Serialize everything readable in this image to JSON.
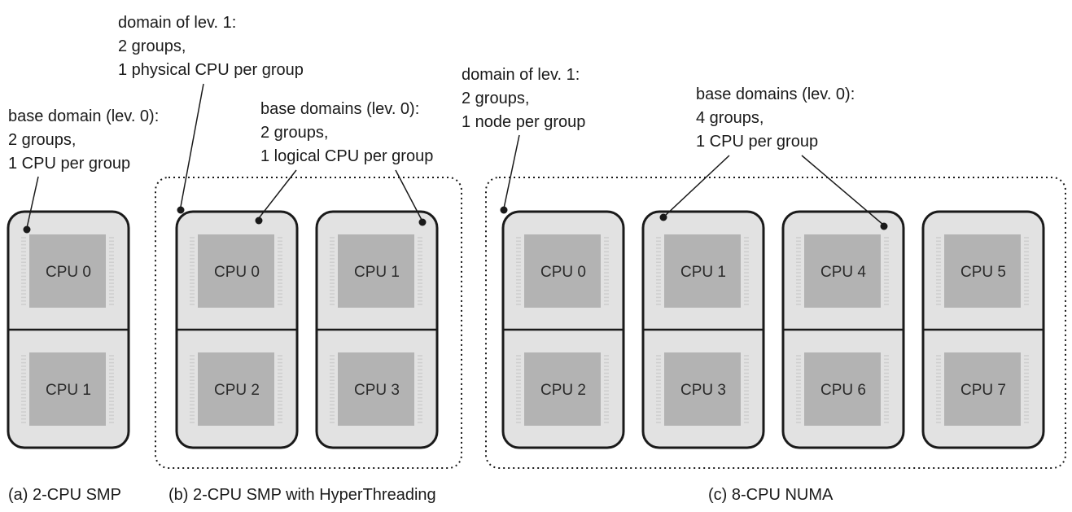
{
  "annotations": {
    "a_base": [
      "base domain (lev. 0):",
      " 2 groups,",
      "1 CPU per group"
    ],
    "b_domain1": [
      "domain of lev. 1:",
      "2 groups,",
      "1 physical CPU per group"
    ],
    "b_base": [
      "base domains (lev. 0):",
      "2 groups,",
      "1 logical CPU per group"
    ],
    "c_domain1": [
      "domain of lev. 1:",
      "2 groups,",
      "1 node per group"
    ],
    "c_base": [
      "base domains (lev. 0):",
      "4 groups,",
      "1 CPU per group"
    ]
  },
  "boards": {
    "a": [
      "CPU 0",
      "CPU 1"
    ],
    "b1": [
      "CPU 0",
      "CPU 2"
    ],
    "b2": [
      "CPU 1",
      "CPU 3"
    ],
    "c1": [
      "CPU 0",
      "CPU 2"
    ],
    "c2": [
      "CPU 1",
      "CPU 3"
    ],
    "c3": [
      "CPU 4",
      "CPU 6"
    ],
    "c4": [
      "CPU 5",
      "CPU 7"
    ]
  },
  "captions": {
    "a": "(a) 2-CPU SMP",
    "b": "(b) 2-CPU SMP with HyperThreading",
    "c": "(c) 8-CPU NUMA"
  },
  "colors": {
    "board_fill": "#e2e2e2",
    "chip_fill": "#b3b3b3",
    "pin": "#cfcfcf",
    "outline": "#1a1a1a"
  }
}
